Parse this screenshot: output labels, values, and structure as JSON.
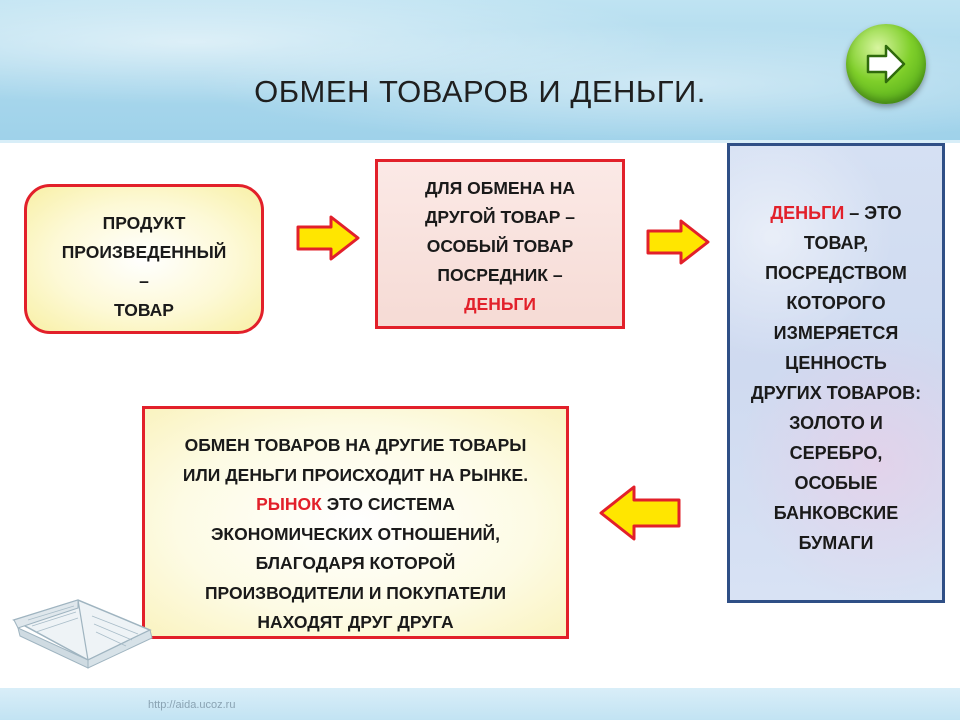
{
  "header": {
    "title": "ОБМЕН ТОВАРОВ И ДЕНЬГИ."
  },
  "nav": {
    "next_button_icon": "arrow-right-icon"
  },
  "box_product": {
    "line1": "ПРОДУКТ",
    "line2": "ПРОИЗВЕДЕННЫЙ",
    "line3": "–",
    "line4": "ТОВАР"
  },
  "box_exchange": {
    "line1": "ДЛЯ ОБМЕНА НА",
    "line2": "ДРУГОЙ ТОВАР –",
    "line3": "ОСОБЫЙ ТОВАР",
    "line4": "ПОСРЕДНИК –",
    "line5_red": "ДЕНЬГИ"
  },
  "box_money": {
    "line1_red": "ДЕНЬГИ",
    "line1_rest": " – ЭТО",
    "line2": "ТОВАР,",
    "line3": "ПОСРЕДСТВОМ",
    "line4": "КОТОРОГО",
    "line5": "ИЗМЕРЯЕТСЯ",
    "line6": "ЦЕННОСТЬ",
    "line7": "ДРУГИХ ТОВАРОВ:",
    "line8": "ЗОЛОТО И",
    "line9": "СЕРЕБРО,",
    "line10": "ОСОБЫЕ",
    "line11": "БАНКОВСКИЕ",
    "line12": "БУМАГИ"
  },
  "box_market": {
    "line1": "ОБМЕН ТОВАРОВ  НА ДРУГИЕ ТОВАРЫ",
    "line2": "ИЛИ ДЕНЬГИ ПРОИСХОДИТ НА РЫНКЕ.",
    "line3_red": "РЫНОК",
    "line3_rest": " ЭТО СИСТЕМА",
    "line4": "ЭКОНОМИЧЕСКИХ ОТНОШЕНИЙ,",
    "line5": "БЛАГОДАРЯ КОТОРОЙ",
    "line6": "ПРОИЗВОДИТЕЛИ  И ПОКУПАТЕЛИ",
    "line7": "НАХОДЯТ ДРУГ ДРУГА"
  },
  "footer": {
    "url": "http://aida.ucoz.ru"
  },
  "colors": {
    "accent_red": "#e2202a",
    "arrow_fill": "#ffe600",
    "money_border": "#2f4f86"
  }
}
